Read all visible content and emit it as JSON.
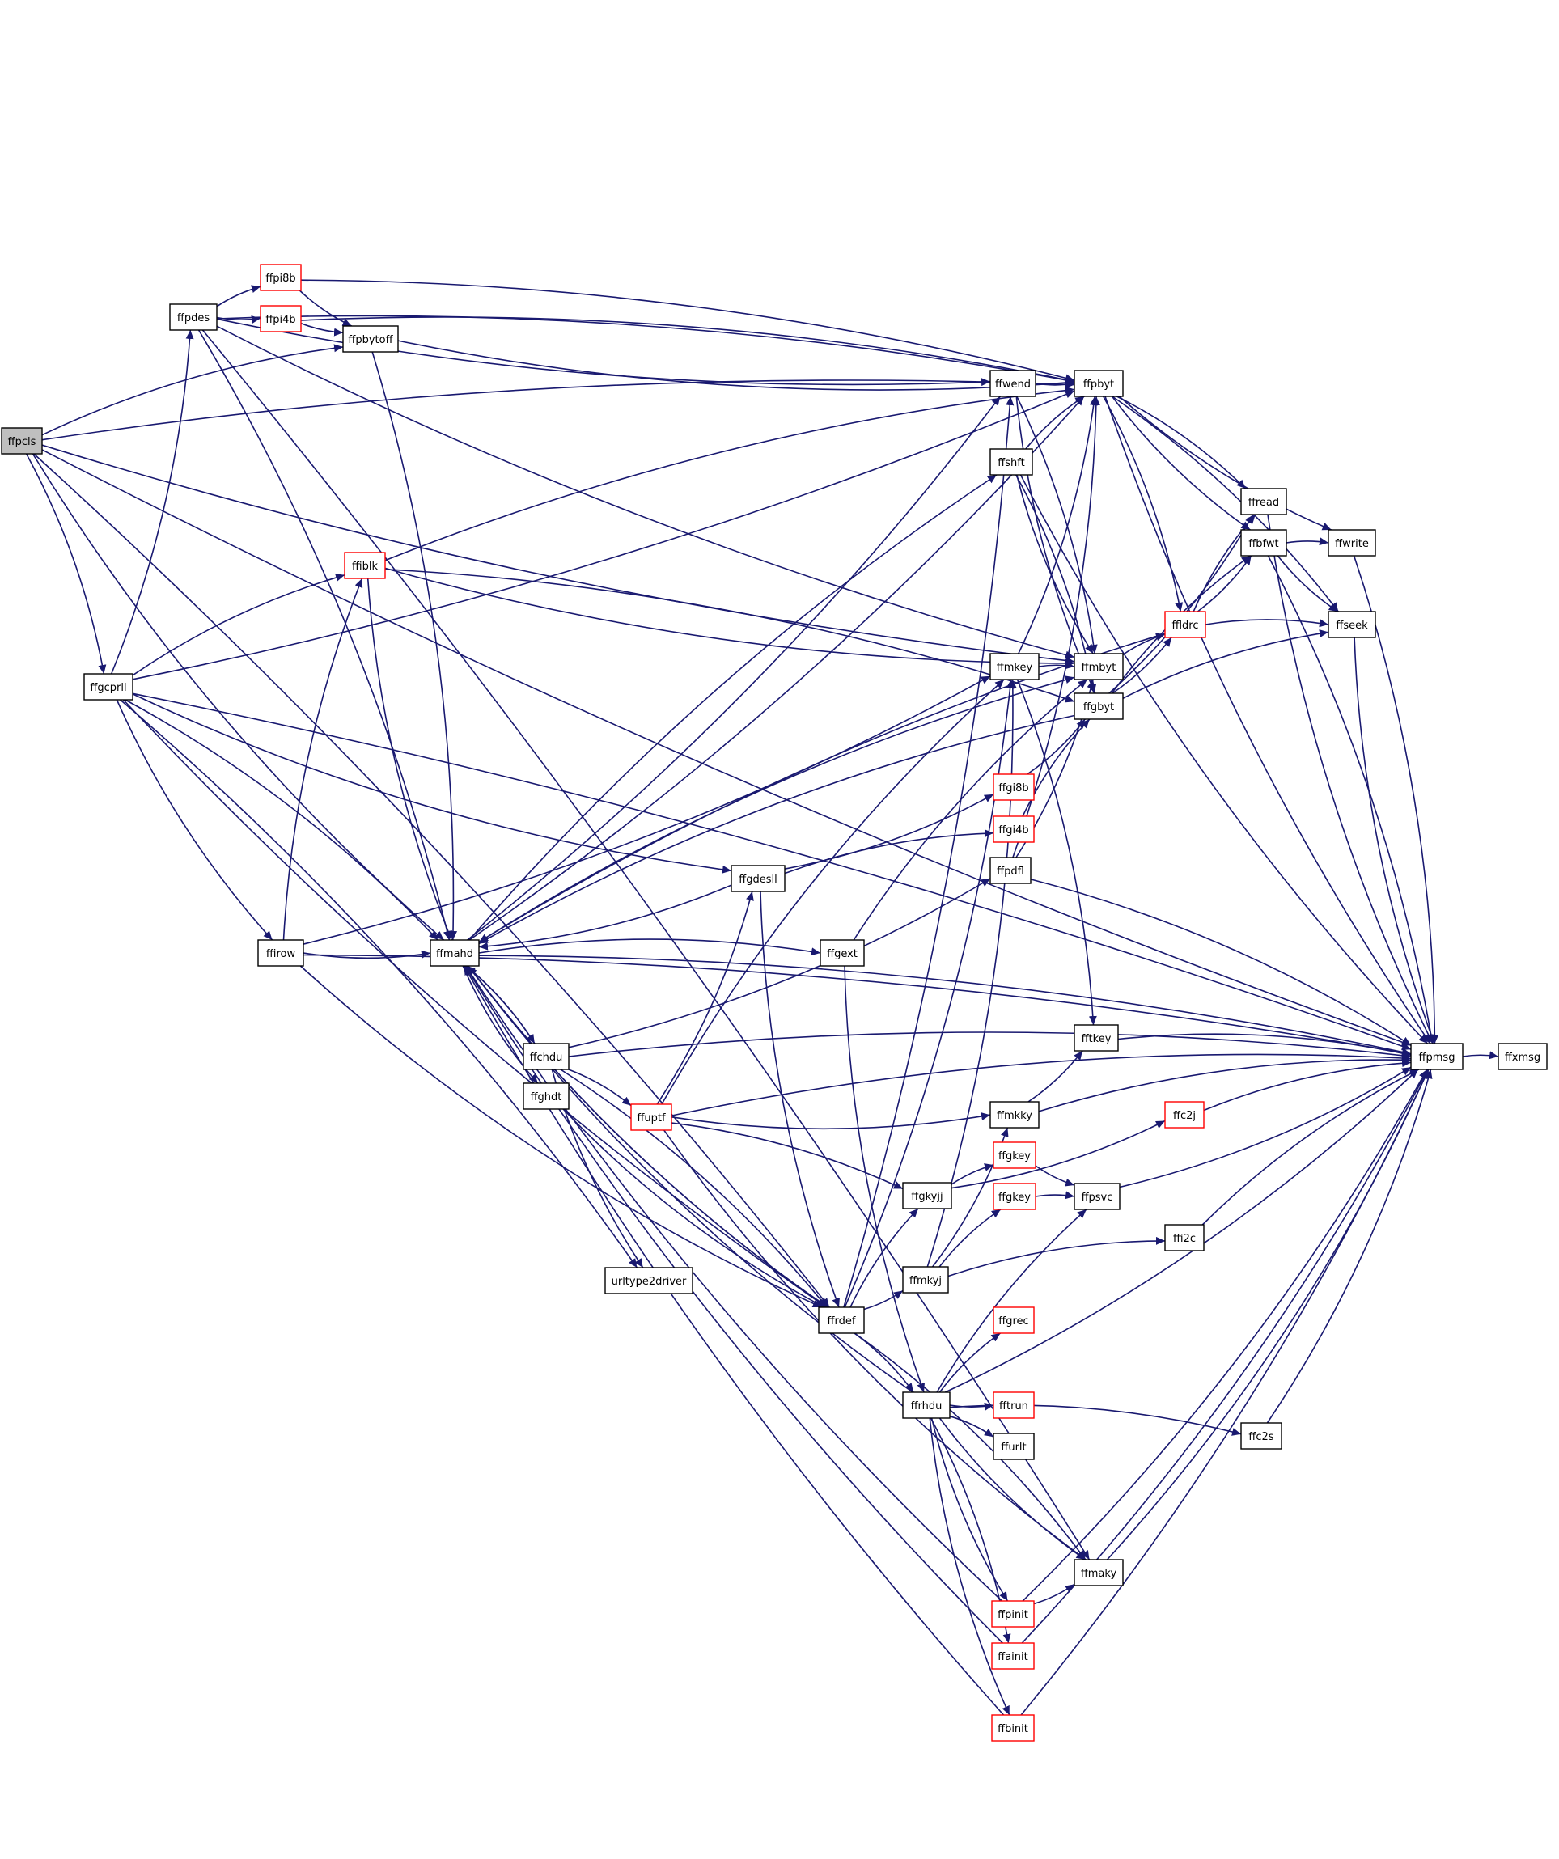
{
  "colors": {
    "edge": "#191970",
    "node_border": "#000000",
    "highlight_border": "#ff0000",
    "root_fill": "#bfbfbf",
    "node_fill": "#ffffff",
    "text": "#000000"
  },
  "nodes": [
    {
      "id": "ffpcls",
      "label": "ffpcls",
      "root": true
    },
    {
      "id": "ffgcprll",
      "label": "ffgcprll"
    },
    {
      "id": "ffpdes",
      "label": "ffpdes"
    },
    {
      "id": "ffpi8b",
      "label": "ffpi8b",
      "red": true
    },
    {
      "id": "ffpi4b",
      "label": "ffpi4b",
      "red": true
    },
    {
      "id": "ffpbytoff",
      "label": "ffpbytoff"
    },
    {
      "id": "ffiblk",
      "label": "ffiblk",
      "red": true
    },
    {
      "id": "ffirow",
      "label": "ffirow"
    },
    {
      "id": "ffmahd",
      "label": "ffmahd"
    },
    {
      "id": "ffchdu",
      "label": "ffchdu"
    },
    {
      "id": "ffghdt",
      "label": "ffghdt"
    },
    {
      "id": "ffuptf",
      "label": "ffuptf",
      "red": true
    },
    {
      "id": "urltype2driver",
      "label": "urltype2driver"
    },
    {
      "id": "ffgdesll",
      "label": "ffgdesll"
    },
    {
      "id": "ffgext",
      "label": "ffgext"
    },
    {
      "id": "ffrdef",
      "label": "ffrdef"
    },
    {
      "id": "ffwend",
      "label": "ffwend"
    },
    {
      "id": "ffshft",
      "label": "ffshft"
    },
    {
      "id": "ffmkey",
      "label": "ffmkey"
    },
    {
      "id": "ffgi8b",
      "label": "ffgi8b",
      "red": true
    },
    {
      "id": "ffgi4b",
      "label": "ffgi4b",
      "red": true
    },
    {
      "id": "ffpdfl",
      "label": "ffpdfl"
    },
    {
      "id": "ffgkyjj",
      "label": "ffgkyjj"
    },
    {
      "id": "ffmkyj",
      "label": "ffmkyj"
    },
    {
      "id": "ffrhdu",
      "label": "ffrhdu"
    },
    {
      "id": "ffmkky",
      "label": "ffmkky"
    },
    {
      "id": "ffgkey1",
      "label": "ffgkey",
      "red": true
    },
    {
      "id": "ffgkey2",
      "label": "ffgkey",
      "red": true
    },
    {
      "id": "ffgrec",
      "label": "ffgrec",
      "red": true
    },
    {
      "id": "fftrun",
      "label": "fftrun",
      "red": true
    },
    {
      "id": "ffurlt",
      "label": "ffurlt"
    },
    {
      "id": "ffpinit",
      "label": "ffpinit",
      "red": true
    },
    {
      "id": "ffainit",
      "label": "ffainit",
      "red": true
    },
    {
      "id": "ffbinit",
      "label": "ffbinit",
      "red": true
    },
    {
      "id": "ffpbyt",
      "label": "ffpbyt"
    },
    {
      "id": "ffmbyt",
      "label": "ffmbyt"
    },
    {
      "id": "ffgbyt",
      "label": "ffgbyt"
    },
    {
      "id": "fftkey",
      "label": "fftkey"
    },
    {
      "id": "ffpsvc",
      "label": "ffpsvc"
    },
    {
      "id": "ffi2c",
      "label": "ffi2c"
    },
    {
      "id": "ffmaky",
      "label": "ffmaky"
    },
    {
      "id": "ffread",
      "label": "ffread"
    },
    {
      "id": "ffbfwt",
      "label": "ffbfwt"
    },
    {
      "id": "ffldrc",
      "label": "ffldrc",
      "red": true
    },
    {
      "id": "ffc2j",
      "label": "ffc2j",
      "red": true
    },
    {
      "id": "ffc2s",
      "label": "ffc2s"
    },
    {
      "id": "ffwrite",
      "label": "ffwrite"
    },
    {
      "id": "ffseek",
      "label": "ffseek"
    },
    {
      "id": "ffpmsg",
      "label": "ffpmsg"
    },
    {
      "id": "ffxmsg",
      "label": "ffxmsg"
    }
  ]
}
